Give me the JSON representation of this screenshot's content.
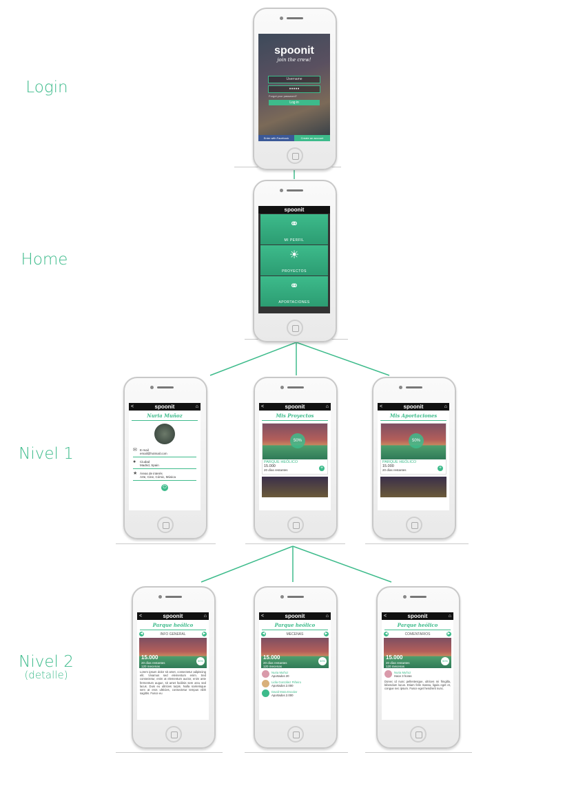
{
  "levels": [
    {
      "label": "Login"
    },
    {
      "label": "Home"
    },
    {
      "label": "Nivel 1"
    },
    {
      "label": "Nivel 2",
      "sublabel": "(detalle)"
    }
  ],
  "colors": {
    "accent": "#3dbb8b",
    "header": "#111111",
    "facebook": "#3b5998"
  },
  "app": {
    "logo": "spoonit",
    "back": "<",
    "home_icon": "⌂"
  },
  "login": {
    "tagline": "join the crew!",
    "username_placeholder": "Username",
    "password_value": "●●●●●",
    "forgot": "Forgot your password?",
    "login_button": "Log in",
    "facebook_button": "Enter with Facebook",
    "create_account": "Create an account"
  },
  "home": {
    "tiles": [
      {
        "label": "MI PERFIL",
        "icon": "profile-icon"
      },
      {
        "label": "PROYECTOS",
        "icon": "projects-icon"
      },
      {
        "label": "APORTACIONES",
        "icon": "contributions-icon"
      }
    ]
  },
  "profile": {
    "name": "Nuria Muñoz",
    "email_label": "E-mail",
    "email_value": "email@hotmail.com",
    "city_label": "Ciudad",
    "city_value": "Madrid, Spain",
    "interests_label": "Áreas de interés",
    "interests_value": "Arte, Cine, Cómic, Música"
  },
  "projects": {
    "title": "Mis Proyectos",
    "card": {
      "name": "PARQUE HEÓLICO",
      "amount": "15.000",
      "days": "20 días restantes",
      "percent": "50%"
    }
  },
  "contributions": {
    "title": "Mis Aportaciones",
    "card": {
      "name": "PARQUE HEÓLICO",
      "amount": "15.000",
      "days": "20 días restantes",
      "percent": "50%"
    }
  },
  "detail": {
    "title": "Parque heólico",
    "amount": "15.000",
    "days": "20 días restantes",
    "patrons": "120 mecenas",
    "percent": "50%",
    "tabs": [
      "INFO GENERAL",
      "MECENAS",
      "COMENTARIOS"
    ],
    "lorem": "Lorem ipsum dolor sit amet, consectetur adipiscing elit. Vivamus sed elementum enim. Sed consectetur, enim at elementum auctor, enim ante fermentum augue, sit amet facilisis sem arcu sed lacus. Duis eu ultricies turpis. Nulla scelerisque sem at eros ultricies, consectetur tempus nibh sagittis. Fusce eu",
    "patron_list": [
      {
        "name": "Nuria Muñoz",
        "amount": "Aportados 20"
      },
      {
        "name": "Lidia González Piñeiro",
        "amount": "Aportados 2.000"
      },
      {
        "name": "David Mota Escolar",
        "amount": "Aportados 2.000"
      }
    ],
    "comment": {
      "name": "Nuria Muñoz",
      "time": "Hace 3 horas",
      "text": "Donec id nunc pellentesque, ultrices mi fringilla, bibendum lacus. Etiam felis massa, ligula eget et, congue nec ipsum. Fusce eget hendrerit nunc."
    }
  }
}
